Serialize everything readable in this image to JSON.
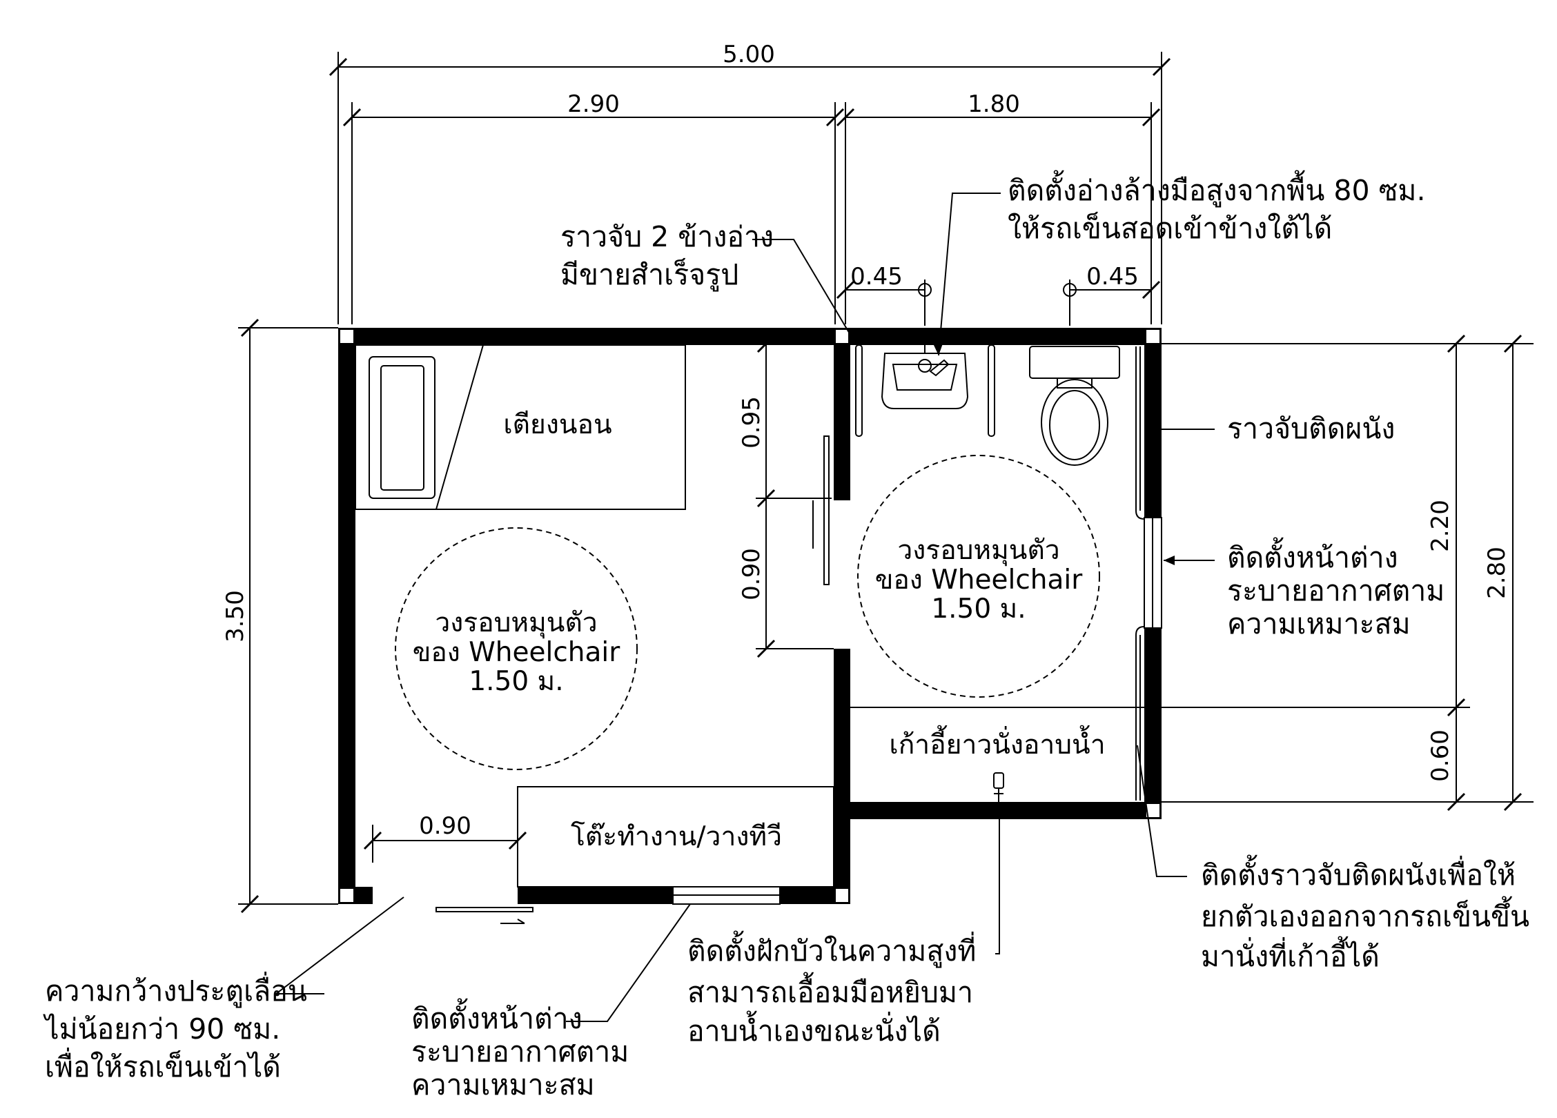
{
  "dimensions": {
    "total_width": "5.00",
    "room_width": "2.90",
    "bath_width": "1.80",
    "sink_offset_left": "0.45",
    "sink_offset_right": "0.45",
    "total_depth": "3.50",
    "bath_depth_outer": "2.80",
    "bath_depth_inner": "2.20",
    "bench_depth": "0.60",
    "wall_segment": "0.95",
    "door_opening": "0.90",
    "desk_clearance": "0.90"
  },
  "rooms": {
    "bed": "เตียงนอน",
    "desk": "โต๊ะทำงาน/วางทีวี",
    "bench": "เก้าอี้ยาวนั่งอาบน้ำ",
    "turn_circle_room": [
      "วงรอบหมุนตัว",
      "ของ Wheelchair",
      "1.50  ม."
    ],
    "turn_circle_bath": [
      "วงรอบหมุนตัว",
      "ของ Wheelchair",
      "1.50  ม."
    ]
  },
  "notes": {
    "sink_height": [
      "ติดตั้งอ่างล้างมือสูงจากพื้น 80 ซม.",
      "ให้รถเข็นสอดเข้าข้างใต้ได้"
    ],
    "sink_rails": [
      "ราวจับ 2 ข้างอ่าง",
      "มีขายสำเร็จรูป"
    ],
    "wall_rail": "ราวจับติดผนัง",
    "bath_window": [
      "ติดตั้งหน้าต่าง",
      "ระบายอากาศตาม",
      "ความเหมาะสม"
    ],
    "transfer_rail": [
      "ติดตั้งราวจับติดผนังเพื่อให้",
      "ยกตัวเองออกจากรถเข็นขึ้น",
      "มานั่งที่เก้าอี้ได้"
    ],
    "shower": [
      "ติดตั้งฝักบัวในความสูงที่",
      "สามารถเอื้อมมือหยิบมา",
      "อาบน้ำเองขณะนั่งได้"
    ],
    "room_window": [
      "ติดตั้งหน้าต่าง",
      "ระบายอากาศตาม",
      "ความเหมาะสม"
    ],
    "sliding_door": [
      "ความกว้างประตูเลื่อน",
      "ไม่น้อยกว่า 90  ซม.",
      "เพื่อให้รถเข็นเข้าได้"
    ]
  }
}
